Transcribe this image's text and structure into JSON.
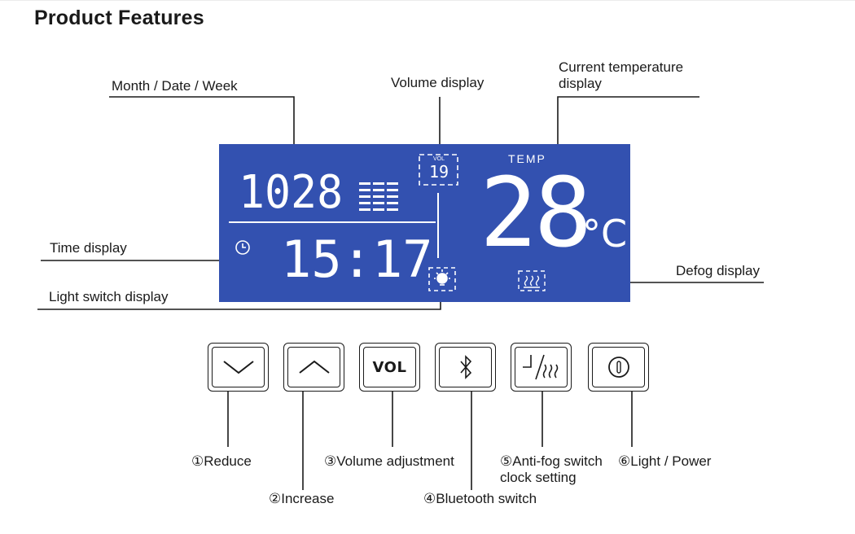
{
  "title": "Product Features",
  "callouts": {
    "month_date_week": "Month / Date / Week",
    "volume_display": "Volume display",
    "current_temperature": [
      "Current temperature",
      "display"
    ],
    "time_display": "Time display",
    "light_switch_display": "Light switch display",
    "defog_display": "Defog display"
  },
  "lcd": {
    "background_color": "#3351b0",
    "date_digits": "1028",
    "time_digits": "15:17",
    "volume_label": "VOL",
    "volume_value": "19",
    "temp_label": "TEMP",
    "temperature_value": "28",
    "temperature_unit": "°C",
    "icons": [
      "clock-icon",
      "light-bulb-icon",
      "defog-icon",
      "week-segments-icon"
    ]
  },
  "buttons": [
    {
      "id": "reduce",
      "label": "①Reduce",
      "icon": "chevron-down-icon"
    },
    {
      "id": "increase",
      "label": "②Increase",
      "icon": "chevron-up-icon"
    },
    {
      "id": "volume",
      "label": "③Volume adjustment",
      "icon": "vol-icon",
      "icon_text": "VOL"
    },
    {
      "id": "bluetooth",
      "label": "④Bluetooth switch",
      "icon": "bluetooth-icon"
    },
    {
      "id": "antifog",
      "label": [
        "⑤Anti-fog switch",
        "clock setting"
      ],
      "icon": "clock-defog-icon"
    },
    {
      "id": "power",
      "label": "⑥Light / Power",
      "icon": "power-icon"
    }
  ]
}
